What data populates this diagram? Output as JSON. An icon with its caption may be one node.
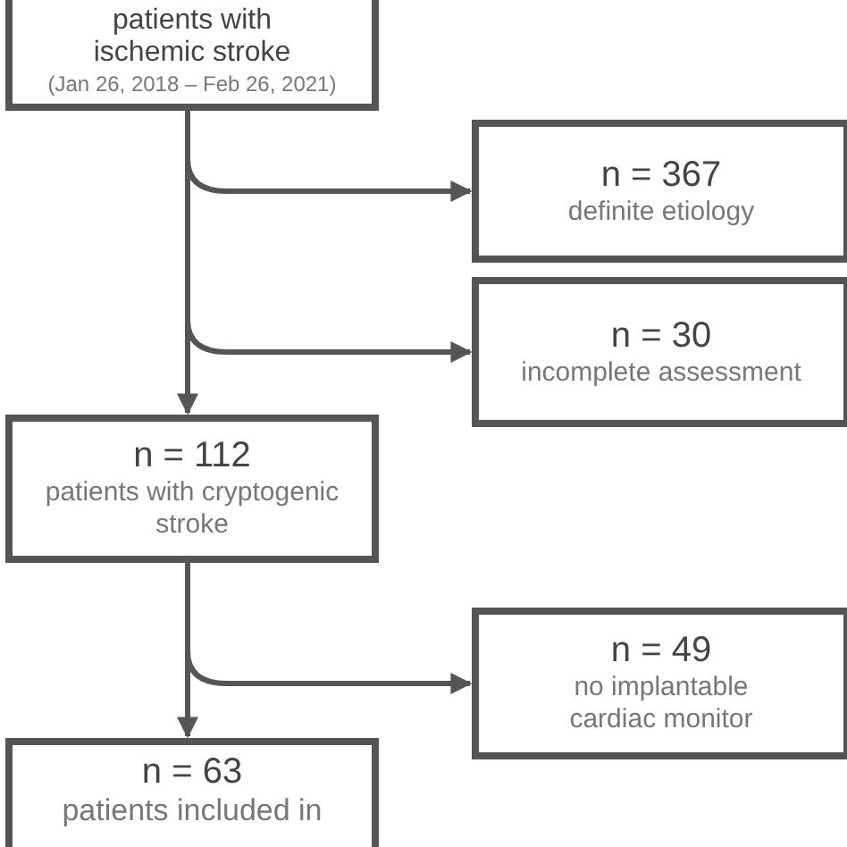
{
  "diagram": {
    "nodes": [
      {
        "text": [
          "patients with ischemic stroke",
          "(Jan 26, 2018 – Feb 26, 2021)"
        ]
      },
      {
        "text": [
          "n = 367",
          "definite etiology"
        ]
      },
      {
        "text": [
          "n = 30",
          "incomplete assessment"
        ]
      },
      {
        "text": [
          "n = 112",
          "patients with cryptogenic stroke"
        ]
      },
      {
        "text": [
          "n = 49",
          "no implantable cardiac monitor"
        ]
      },
      {
        "text": [
          "n = 63",
          "patients included in"
        ]
      }
    ],
    "edges": [
      {
        "from": 0,
        "to": 1,
        "arrow": "to"
      },
      {
        "from": 0,
        "to": 2,
        "arrow": "to"
      },
      {
        "from": 0,
        "to": 3,
        "arrow": "to"
      },
      {
        "from": 3,
        "to": 4,
        "arrow": "to"
      },
      {
        "from": 3,
        "to": 5,
        "arrow": "to"
      }
    ]
  }
}
